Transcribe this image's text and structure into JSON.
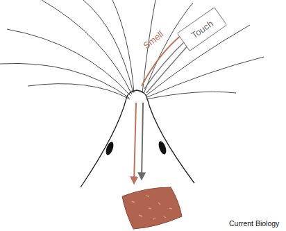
{
  "diagram": {
    "nodes": [
      {
        "text": [
          "Touch"
        ]
      }
    ],
    "labels": [
      "Smell",
      "Current Biology"
    ]
  }
}
